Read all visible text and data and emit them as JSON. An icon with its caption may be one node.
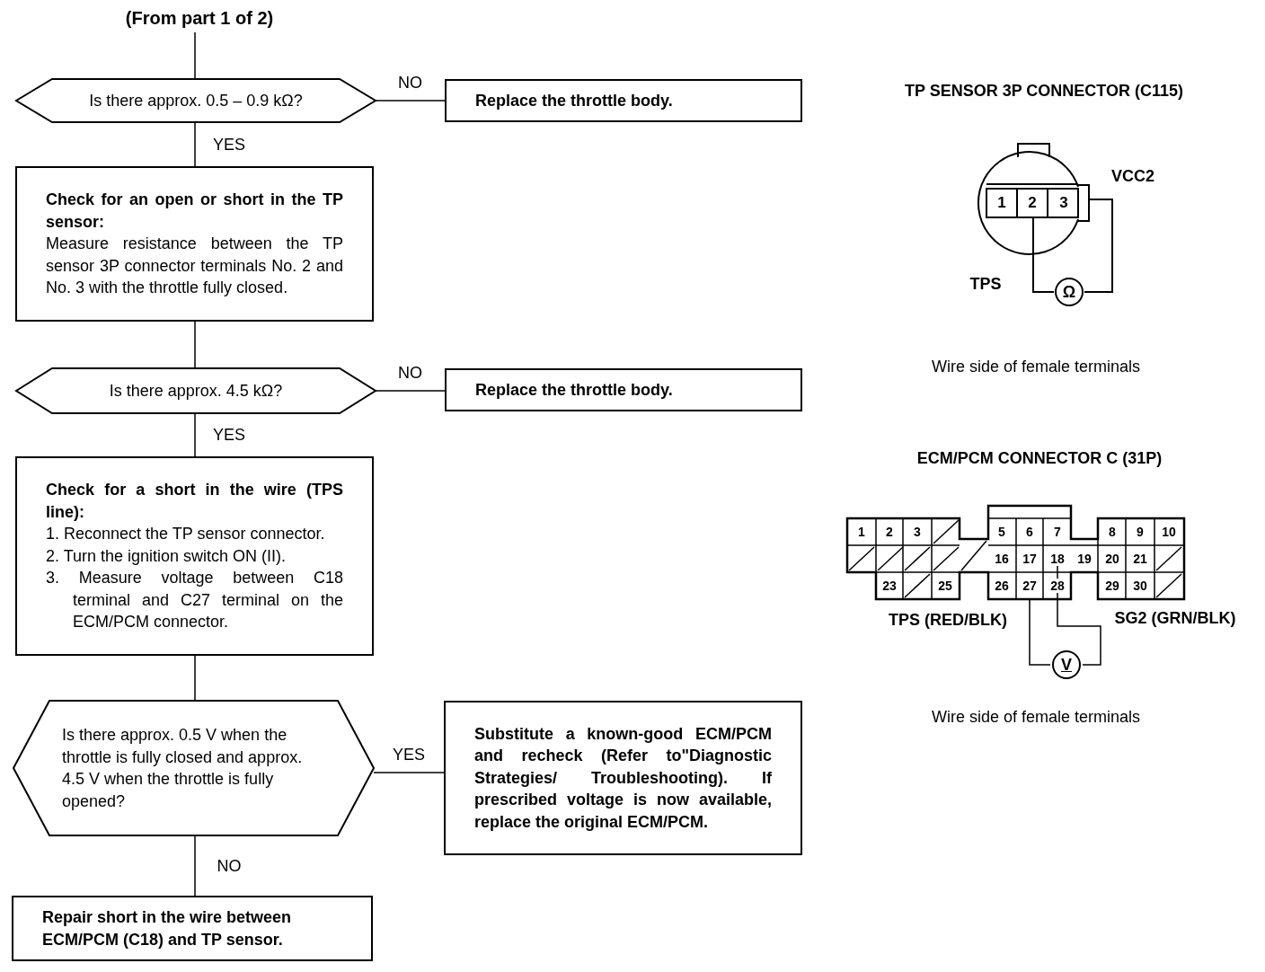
{
  "diagram": {
    "nodes": [
      {
        "text": [
          "(From part 1 of 2)"
        ]
      },
      {
        "text": [
          "Is there approx. 0.5 – 0.9 kΩ?"
        ]
      },
      {
        "text": [
          "Replace the throttle body."
        ]
      },
      {
        "text": [
          "Check for an open or short in the TP sensor:",
          "Measure resistance between the TP sensor 3P connector terminals No. 2 and No. 3 with the throttle fully closed."
        ]
      },
      {
        "text": [
          "Is there approx. 4.5 kΩ?"
        ]
      },
      {
        "text": [
          "Replace the throttle body."
        ]
      },
      {
        "text": [
          "Check for a short in the wire (TPS line):",
          "1. Reconnect the TP sensor connector.",
          "2. Turn the ignition switch ON (II).",
          "3. Measure voltage between C18 terminal and C27 terminal on the ECM/PCM connector."
        ]
      },
      {
        "text": [
          "Is there approx. 0.5 V when the throttle is fully closed and approx. 4.5 V when the throttle is fully opened?"
        ]
      },
      {
        "text": [
          "Substitute a known-good ECM/PCM and recheck (Refer to\"Diagnostic Strategies/ Troubleshooting). If prescribed voltage is now available, replace the original ECM/PCM."
        ]
      },
      {
        "text": [
          "Repair short in the wire between ECM/PCM (C18) and TP sensor."
        ]
      }
    ],
    "edges": [
      {
        "from": 0,
        "to": 1,
        "arrow": "none"
      },
      {
        "from": 1,
        "to": 2,
        "arrow": "none",
        "label": "NO"
      },
      {
        "from": 1,
        "to": 3,
        "arrow": "none",
        "label": "YES"
      },
      {
        "from": 3,
        "to": 4,
        "arrow": "none"
      },
      {
        "from": 4,
        "to": 5,
        "arrow": "none",
        "label": "NO"
      },
      {
        "from": 4,
        "to": 6,
        "arrow": "none",
        "label": "YES"
      },
      {
        "from": 6,
        "to": 7,
        "arrow": "none"
      },
      {
        "from": 7,
        "to": 8,
        "arrow": "none",
        "label": "YES"
      },
      {
        "from": 7,
        "to": 9,
        "arrow": "none",
        "label": "NO"
      }
    ],
    "labels": [
      "TP SENSOR 3P CONNECTOR (C115)",
      "1",
      "2",
      "3",
      "VCC2",
      "TPS",
      "Ω",
      "Wire side of female terminals",
      "ECM/PCM CONNECTOR C (31P)",
      "1",
      "2",
      "3",
      "5",
      "6",
      "7",
      "8",
      "9",
      "10",
      "16",
      "17",
      "18",
      "19",
      "20",
      "21",
      "23",
      "25",
      "26",
      "27",
      "28",
      "29",
      "30",
      "TPS (RED/BLK)",
      "SG2 (GRN/BLK)",
      "V",
      "Wire side of female terminals"
    ]
  }
}
